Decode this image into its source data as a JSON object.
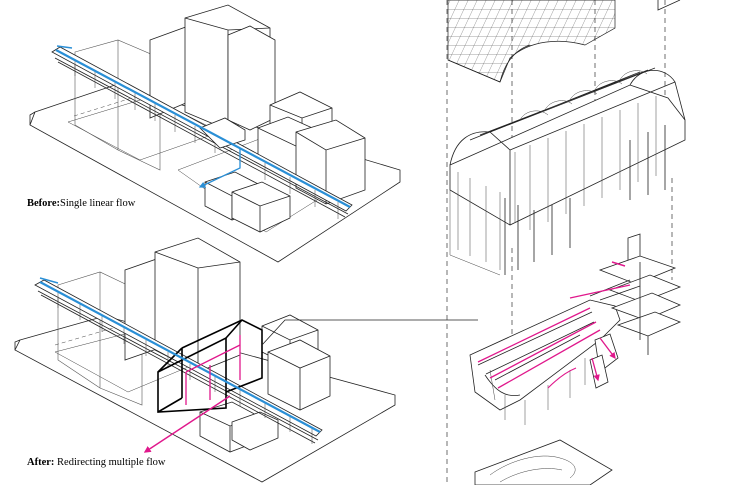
{
  "captions": {
    "before_bold": "Before:",
    "before_text": "Single linear flow",
    "after_bold": "After:",
    "after_text": " Redirecting multiple flow"
  },
  "colors": {
    "flow_blue": "#2a8fd6",
    "flow_magenta": "#e0188c",
    "line": "#222222",
    "background": "#ffffff"
  }
}
